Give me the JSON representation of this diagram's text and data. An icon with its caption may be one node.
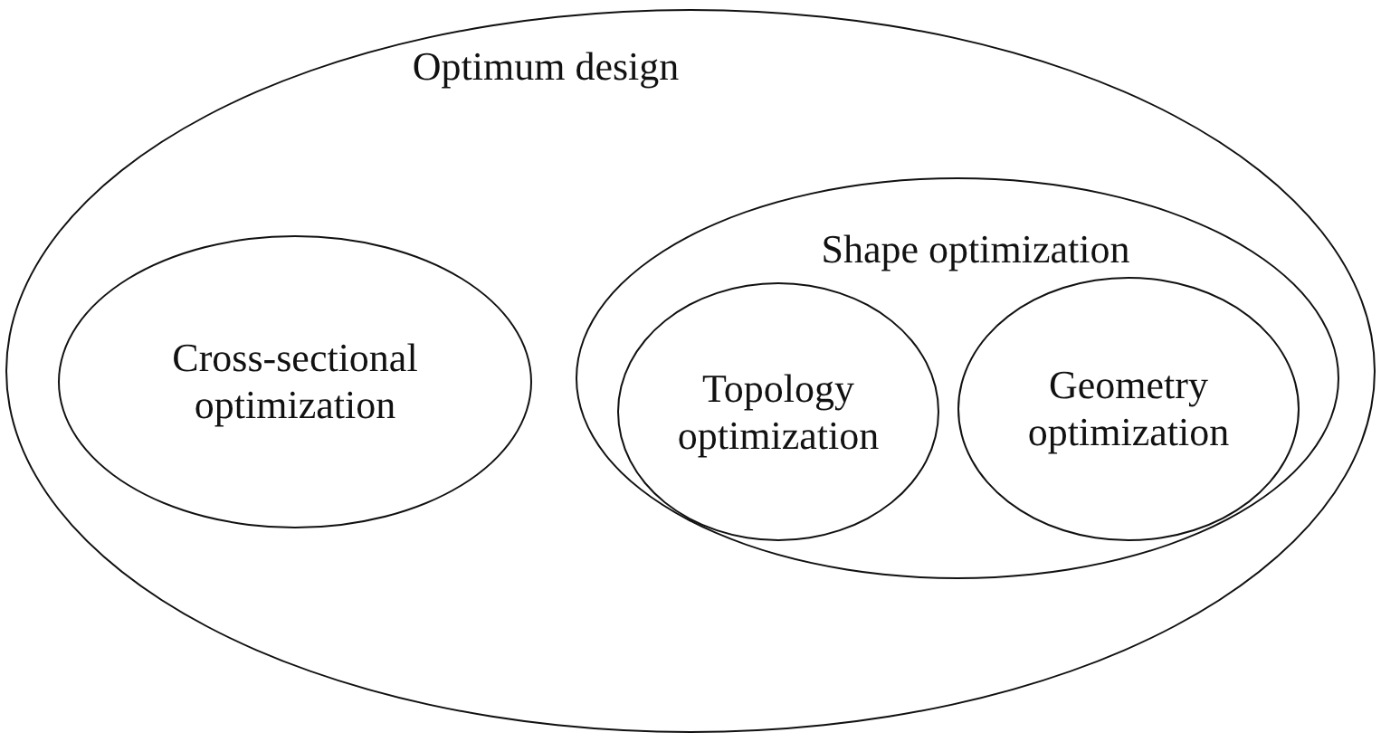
{
  "diagram": {
    "nodes": [
      {
        "text": [
          "Optimum design"
        ]
      },
      {
        "text": [
          "Cross-sectional optimization"
        ],
        "in": 0
      },
      {
        "text": [
          "Shape optimization"
        ],
        "in": 0
      },
      {
        "text": [
          "Topology optimization"
        ],
        "in": 2
      },
      {
        "text": [
          "Geometry optimization"
        ],
        "in": 2
      }
    ]
  }
}
